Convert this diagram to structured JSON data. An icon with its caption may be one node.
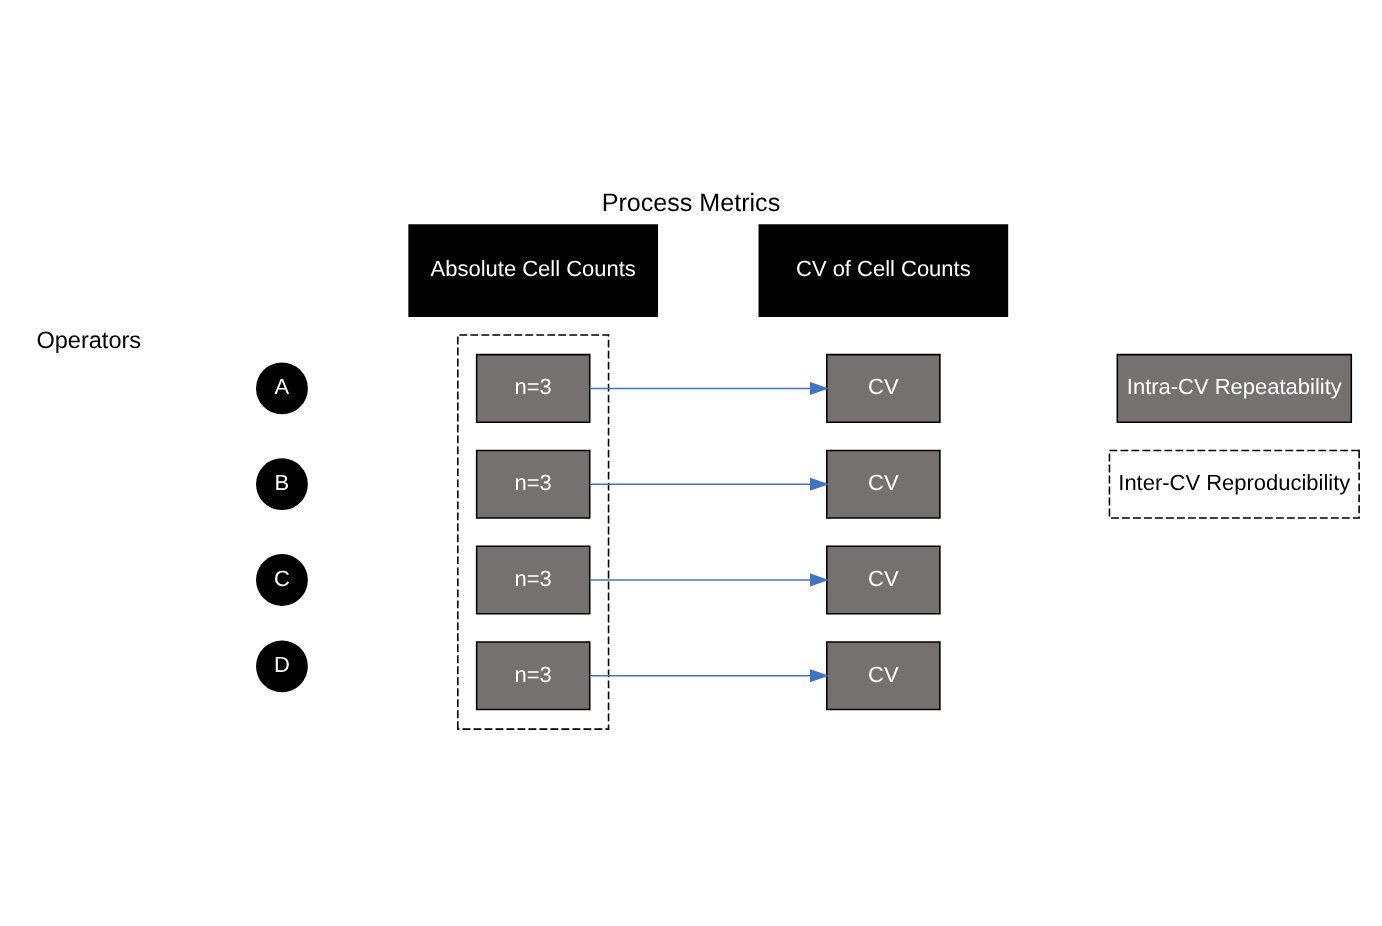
{
  "diagram": {
    "title": "Process Metrics",
    "nodes": [
      {
        "text": [
          "Absolute Cell Counts"
        ]
      },
      {
        "text": [
          "CV of Cell Counts"
        ]
      },
      {
        "text": [],
        "shape": "box"
      },
      {
        "text": [
          "A"
        ]
      },
      {
        "text": [
          "n=3"
        ],
        "in": 2
      },
      {
        "text": [
          "CV"
        ]
      },
      {
        "text": [
          "B"
        ]
      },
      {
        "text": [
          "n=3"
        ],
        "in": 2
      },
      {
        "text": [
          "CV"
        ]
      },
      {
        "text": [
          "C"
        ]
      },
      {
        "text": [
          "n=3"
        ],
        "in": 2
      },
      {
        "text": [
          "CV"
        ]
      },
      {
        "text": [
          "D"
        ]
      },
      {
        "text": [
          "n=3"
        ],
        "in": 2
      },
      {
        "text": [
          "CV"
        ]
      },
      {
        "text": [
          "Intra-CV Repeatability"
        ]
      },
      {
        "text": [
          "Inter-CV Reproducibility"
        ]
      }
    ],
    "edges": [
      {
        "from": 4,
        "to": 5,
        "arrow": "to"
      },
      {
        "from": 7,
        "to": 8,
        "arrow": "to"
      },
      {
        "from": 10,
        "to": 11,
        "arrow": "to"
      },
      {
        "from": 13,
        "to": 14,
        "arrow": "to"
      }
    ],
    "labels": [
      "Operators"
    ]
  }
}
